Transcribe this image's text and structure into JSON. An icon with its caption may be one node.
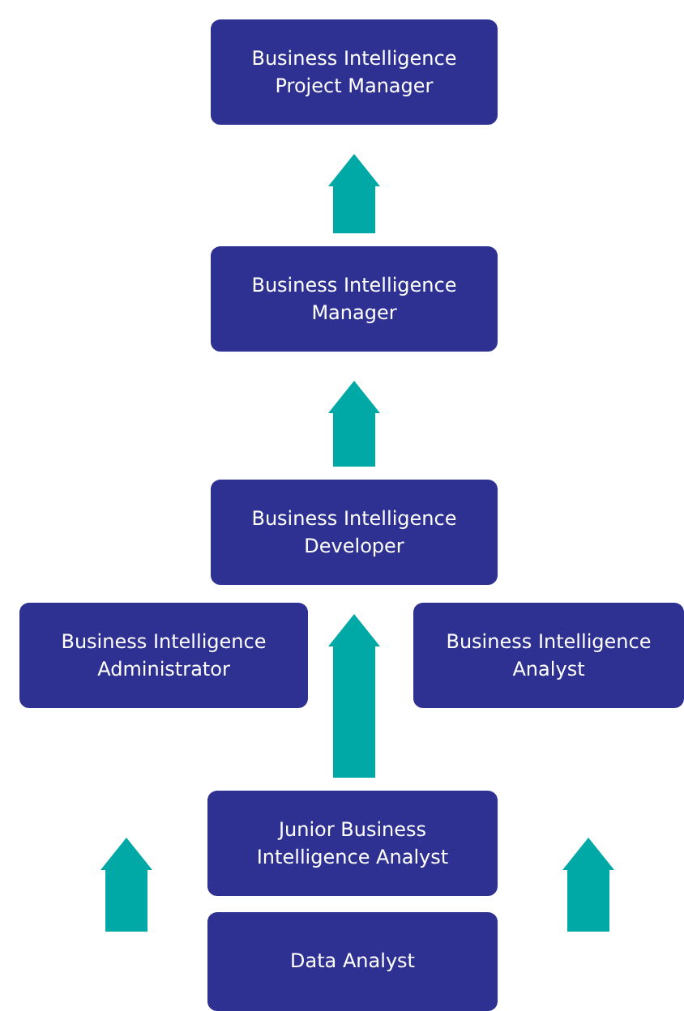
{
  "diagram": {
    "nodes": [
      {
        "text": [
          "Business Intelligence Project Manager"
        ]
      },
      {
        "text": [
          "Business Intelligence Manager"
        ]
      },
      {
        "text": [
          "Business Intelligence Developer"
        ]
      },
      {
        "text": [
          "Business Intelligence Administrator"
        ]
      },
      {
        "text": [
          "Business Intelligence Analyst"
        ]
      },
      {
        "text": [
          "Junior Business Intelligence Analyst"
        ]
      },
      {
        "text": [
          "Data Analyst"
        ]
      }
    ],
    "edges": [
      {
        "from": 1,
        "to": 0,
        "arrow": "to"
      },
      {
        "from": 2,
        "to": 1,
        "arrow": "to"
      },
      {
        "from": 5,
        "to": 2,
        "arrow": "to"
      },
      {
        "from": null,
        "to": 3,
        "arrow": "to"
      },
      {
        "from": null,
        "to": 4,
        "arrow": "to"
      }
    ]
  }
}
